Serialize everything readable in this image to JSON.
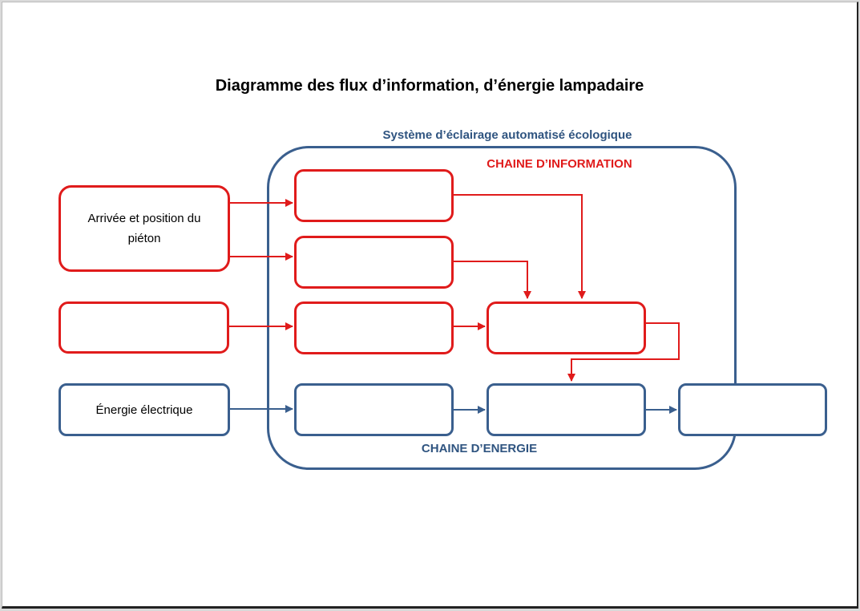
{
  "diagram": {
    "title": "Diagramme des flux d’information, d’énergie lampadaire",
    "system_label": "Système d’éclairage automatisé écologique",
    "chain_information_label": "CHAINE D’INFORMATION",
    "chain_energy_label": "CHAINE D’ENERGIE",
    "inputs": {
      "pedestrian": "Arrivée et position du piéton",
      "unlabeled_info": "",
      "electric_energy": "Énergie électrique"
    },
    "colors": {
      "information": "#e01b1b",
      "energy": "#3a5f8e"
    }
  }
}
